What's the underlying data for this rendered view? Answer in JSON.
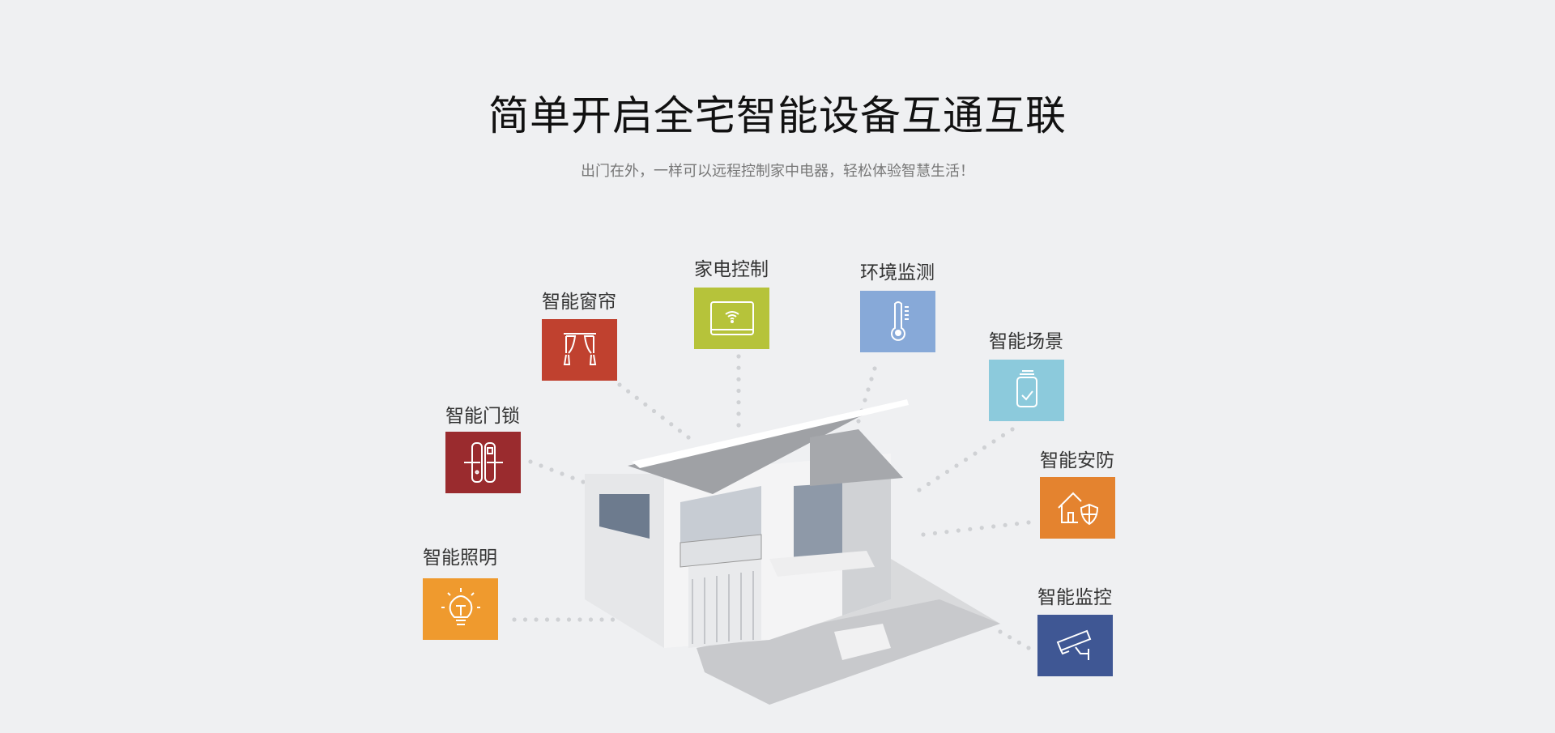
{
  "header": {
    "title": "简单开启全宅智能设备互通互联",
    "subtitle": "出门在外，一样可以远程控制家中电器，轻松体验智慧生活！"
  },
  "features": [
    {
      "id": "curtain",
      "label": "智能窗帘",
      "icon": "curtain-icon",
      "color": "#c0412f"
    },
    {
      "id": "appliance",
      "label": "家电控制",
      "icon": "wifi-panel-icon",
      "color": "#b6c33a"
    },
    {
      "id": "environment",
      "label": "环境监测",
      "icon": "thermometer-icon",
      "color": "#87a9d8"
    },
    {
      "id": "scene",
      "label": "智能场景",
      "icon": "scene-cards-icon",
      "color": "#8ccadc"
    },
    {
      "id": "lock",
      "label": "智能门锁",
      "icon": "door-lock-icon",
      "color": "#9a2b2e"
    },
    {
      "id": "security",
      "label": "智能安防",
      "icon": "house-shield-icon",
      "color": "#e4832f"
    },
    {
      "id": "lighting",
      "label": "智能照明",
      "icon": "light-bulb-icon",
      "color": "#ef9a2e"
    },
    {
      "id": "monitor",
      "label": "智能监控",
      "icon": "camera-icon",
      "color": "#3f5794"
    }
  ]
}
